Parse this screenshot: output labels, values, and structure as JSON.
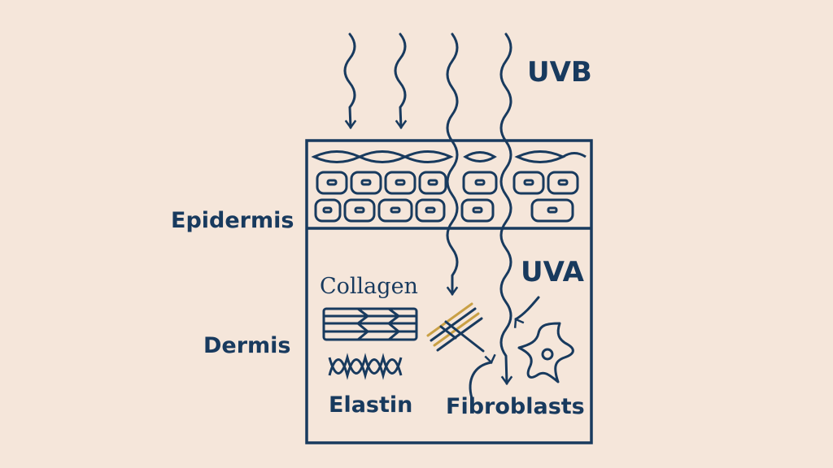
{
  "labels": {
    "uvb": "UVB",
    "uva": "UVA",
    "epidermis": "Epidermis",
    "dermis": "Dermis",
    "collagen": "Collagen",
    "elastin": "Elastin",
    "fibroblasts": "Fibroblasts"
  },
  "colors": {
    "background": "#f5e6da",
    "ink": "#183a5e",
    "accent": "#c9a045"
  }
}
